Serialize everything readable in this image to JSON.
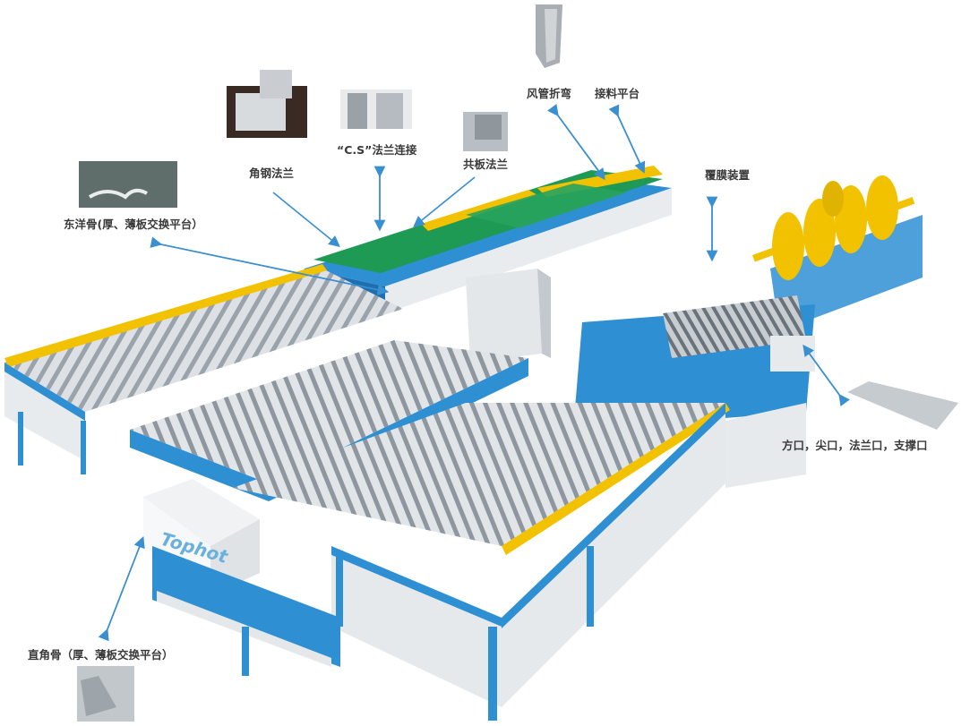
{
  "labels": {
    "corner_flange": "角钢法兰",
    "cs_flange": "“C.S”法兰连接",
    "common_flange": "共板法兰",
    "duct_bending": "风管折弯",
    "receiving_platform": "接料平台",
    "film_device": "覆膜装置",
    "pittsburgh_lock": "东洋骨(厚、薄板交换平台）",
    "notching": "方口，尖口，法兰口，支撑口",
    "right_angle_seam": "直角骨（厚、薄板交换平台）"
  },
  "brand": "Tophot",
  "colors": {
    "frame_blue": "#2f8fd3",
    "roller_grey": "#c9ced3",
    "yellow_rail": "#f2c200",
    "arrow": "#3a8fd0"
  }
}
